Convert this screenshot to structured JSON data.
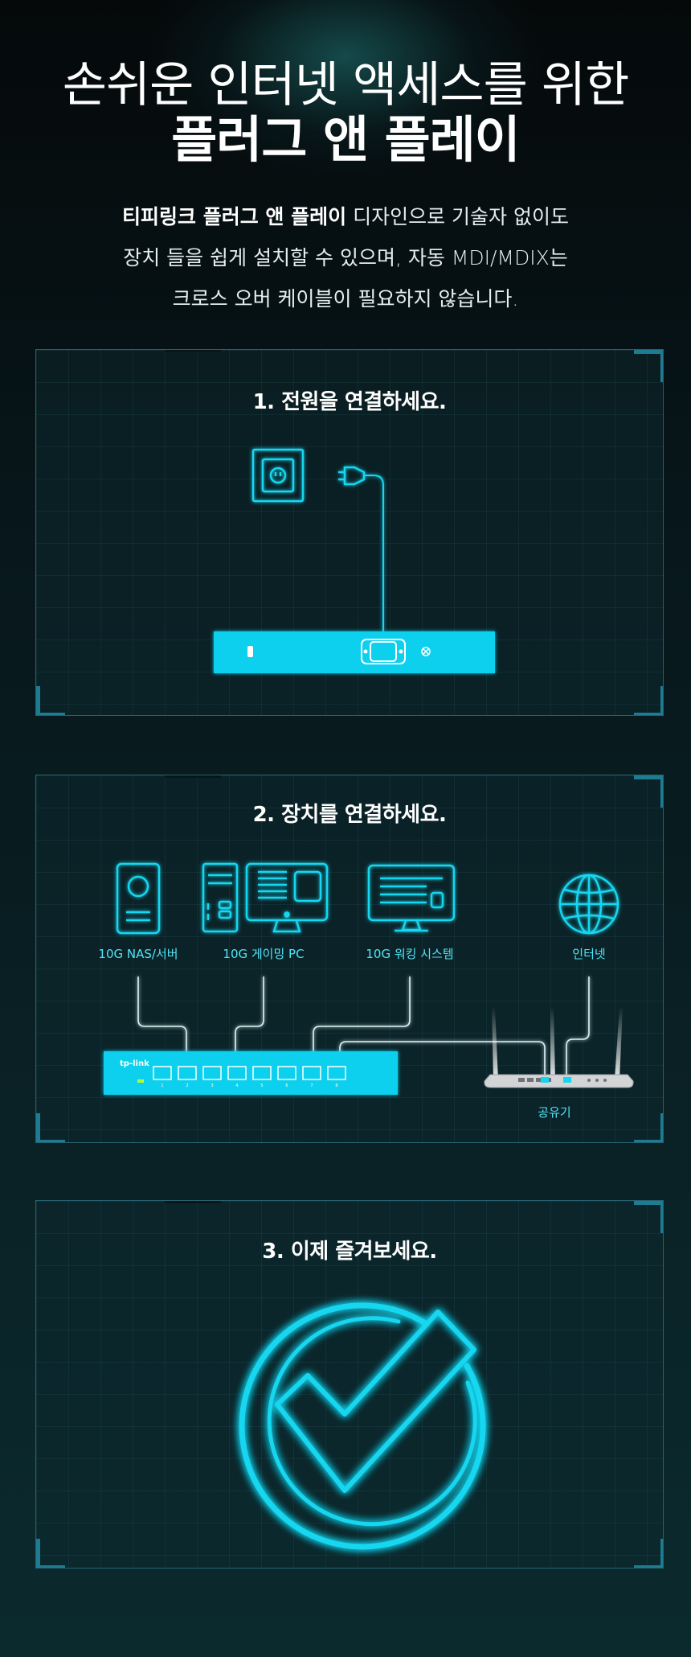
{
  "hero": {
    "title_line1": "손쉬운 인터넷 액세스를 위한",
    "title_line2": "플러그 앤 플레이",
    "desc_bold": "티피링크 플러그 앤 플레이",
    "desc_line1_rest": " 디자인으로 기술자 없이도",
    "desc_line2": "장치 들을 쉽게 설치할 수 있으며, 자동 MDI/MDIX는",
    "desc_line3": "크로스 오버 케이블이 필요하지 않습니다."
  },
  "steps": [
    {
      "title": "1. 전원을 연결하세요."
    },
    {
      "title": "2. 장치를 연결하세요."
    },
    {
      "title": "3. 이제 즐겨보세요."
    }
  ],
  "devices": {
    "nas": "10G NAS/서버",
    "gaming_pc": "10G 게이밍 PC",
    "workstation": "10G 워킹 시스템",
    "internet": "인터넷",
    "router": "공유기",
    "switch_brand": "tp-link",
    "port_numbers": [
      "1",
      "2",
      "3",
      "4",
      "5",
      "6",
      "7",
      "8"
    ]
  },
  "colors": {
    "accent": "#14d6f0",
    "switch_body": "#10d0ee",
    "panel_border": "#3c96aa"
  },
  "icons": [
    "wall-outlet-icon",
    "power-plug-icon",
    "nas-server-icon",
    "gaming-pc-icon",
    "workstation-icon",
    "globe-icon",
    "router-icon",
    "checkmark-circle-icon"
  ]
}
